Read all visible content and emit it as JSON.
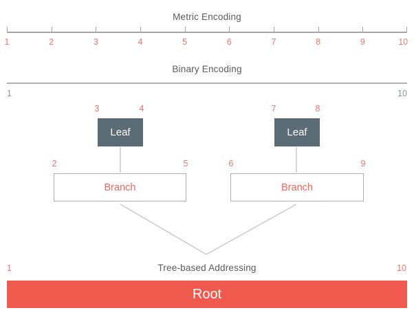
{
  "palette": {
    "salmon_text": "#f4756b",
    "salmon_bar": "#ef594e",
    "leaf_box": "#5b6c76",
    "title_gray": "#58595b",
    "binary_label_gray": "#8d9293",
    "line_gray": "#c9c9c9",
    "ruler_gray": "#a5a5a5"
  },
  "metric_encoding": {
    "title": "Metric Encoding",
    "ticks": [
      "1",
      "2",
      "3",
      "4",
      "5",
      "6",
      "7",
      "8",
      "9",
      "10"
    ]
  },
  "binary_encoding": {
    "title": "Binary Encoding",
    "left_label": "1",
    "right_label": "10"
  },
  "tree": {
    "leaves": [
      {
        "label": "Leaf",
        "left_num": "3",
        "right_num": "4"
      },
      {
        "label": "Leaf",
        "left_num": "7",
        "right_num": "8"
      }
    ],
    "branches": [
      {
        "label": "Branch",
        "left_num": "2",
        "right_num": "5"
      },
      {
        "label": "Branch",
        "left_num": "6",
        "right_num": "9"
      }
    ]
  },
  "tree_addressing": {
    "title": "Tree-based Addressing",
    "left_label": "1",
    "right_label": "10",
    "root_label": "Root"
  }
}
